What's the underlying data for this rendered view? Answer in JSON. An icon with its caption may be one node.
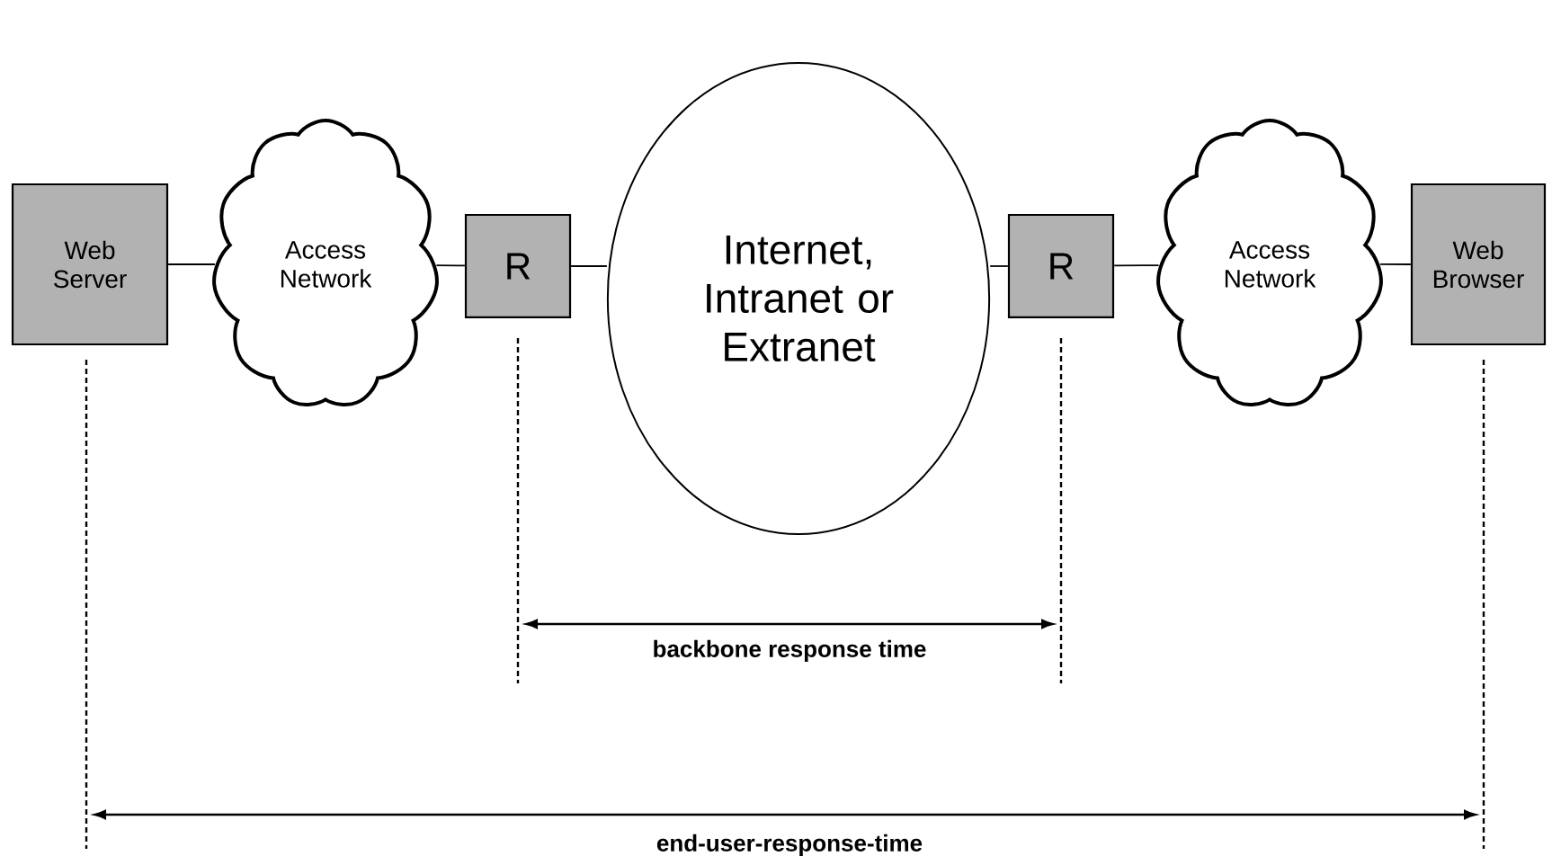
{
  "diagram": {
    "nodes": [
      {
        "text": [
          "Web Server"
        ]
      },
      {
        "text": [
          "Access Network"
        ]
      },
      {
        "text": [
          "R"
        ]
      },
      {
        "text": [
          "Internet, Intranet or Extranet"
        ]
      },
      {
        "text": [
          "R"
        ]
      },
      {
        "text": [
          "Access Network"
        ]
      },
      {
        "text": [
          "Web Browser"
        ]
      }
    ],
    "edges": [
      {
        "from": 0,
        "to": 1,
        "arrow": "none"
      },
      {
        "from": 1,
        "to": 2,
        "arrow": "none"
      },
      {
        "from": 2,
        "to": 3,
        "arrow": "none"
      },
      {
        "from": 3,
        "to": 4,
        "arrow": "none"
      },
      {
        "from": 4,
        "to": 5,
        "arrow": "none"
      },
      {
        "from": 5,
        "to": 6,
        "arrow": "none"
      }
    ],
    "labels": [
      "backbone response time",
      "end-user-response-time"
    ]
  }
}
